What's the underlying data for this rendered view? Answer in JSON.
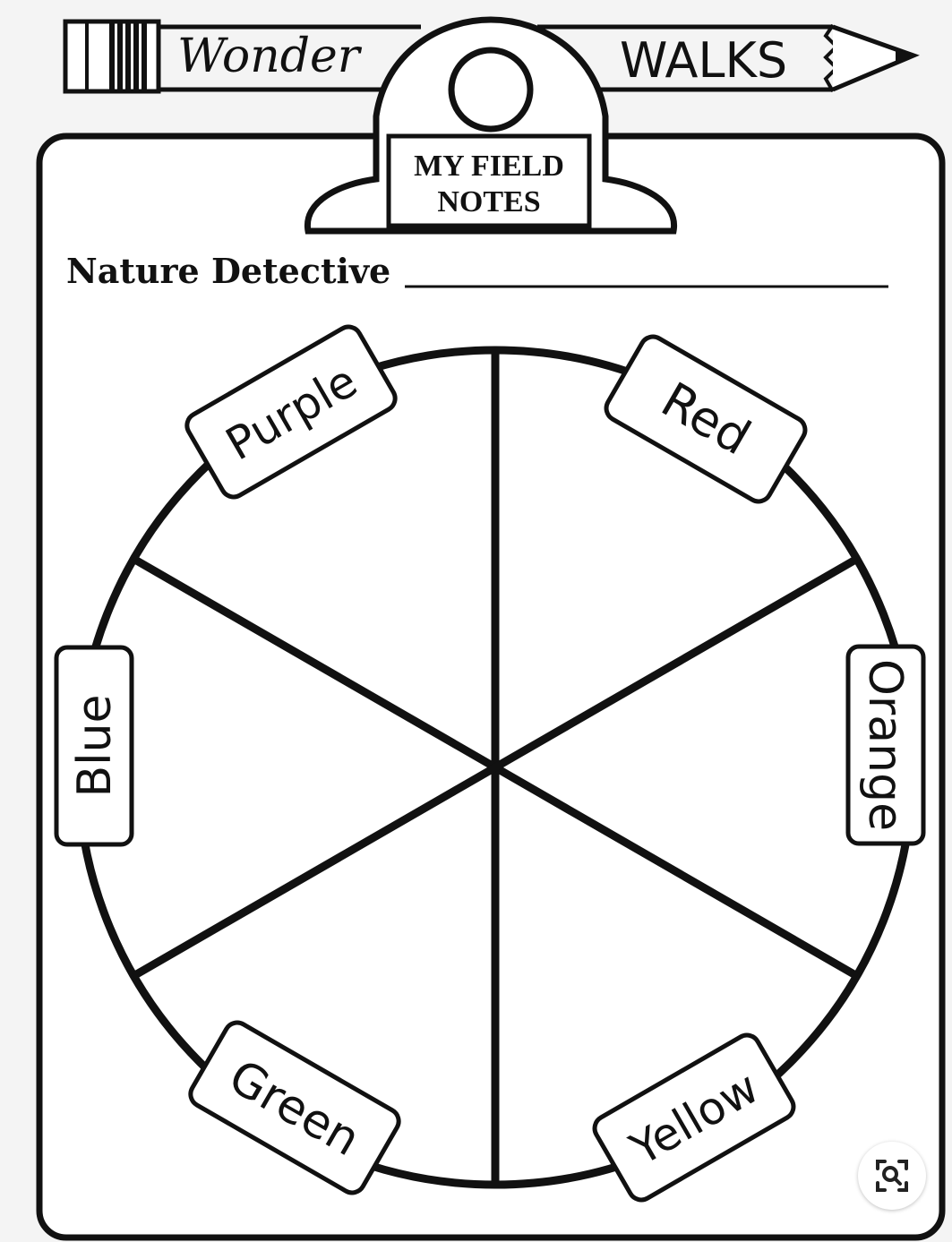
{
  "header": {
    "word_left": "Wonder",
    "word_right": "WALKS"
  },
  "clip_label": {
    "line1": "MY FIELD",
    "line2": "NOTES"
  },
  "detective_label": "Nature Detective",
  "wheel": {
    "segments": [
      {
        "label": "Red"
      },
      {
        "label": "Orange"
      },
      {
        "label": "Yellow"
      },
      {
        "label": "Green"
      },
      {
        "label": "Blue"
      },
      {
        "label": "Purple"
      }
    ]
  },
  "icons": {
    "lens": "visual-search-icon"
  },
  "colors": {
    "ink": "#111111",
    "paper": "#f4f4f4"
  }
}
